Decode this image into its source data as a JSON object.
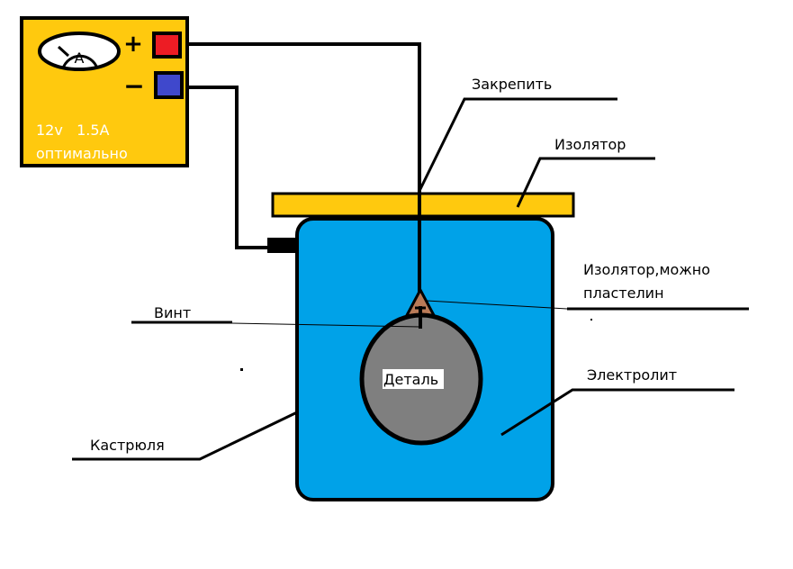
{
  "power_supply": {
    "meter_symbol": "A",
    "plus": "+",
    "minus": "−",
    "rating": "12v   1.5A",
    "rating_note": "оптимально"
  },
  "labels": {
    "fix": "Закрепить",
    "insulator": "Изолятор",
    "insulator_plasticine_1": "Изолятор,можно",
    "insulator_plasticine_2": "пластелин",
    "screw": "Винт",
    "part": "Деталь",
    "electrolyte": "Электролит",
    "pot": "Кастрюля"
  },
  "colors": {
    "supply": "#FFC90E",
    "positive": "#ED1C24",
    "negative": "#3F48CC",
    "electrolyte": "#00A2E8",
    "part": "#7F7F7F",
    "plasticine": "#B97A57"
  }
}
